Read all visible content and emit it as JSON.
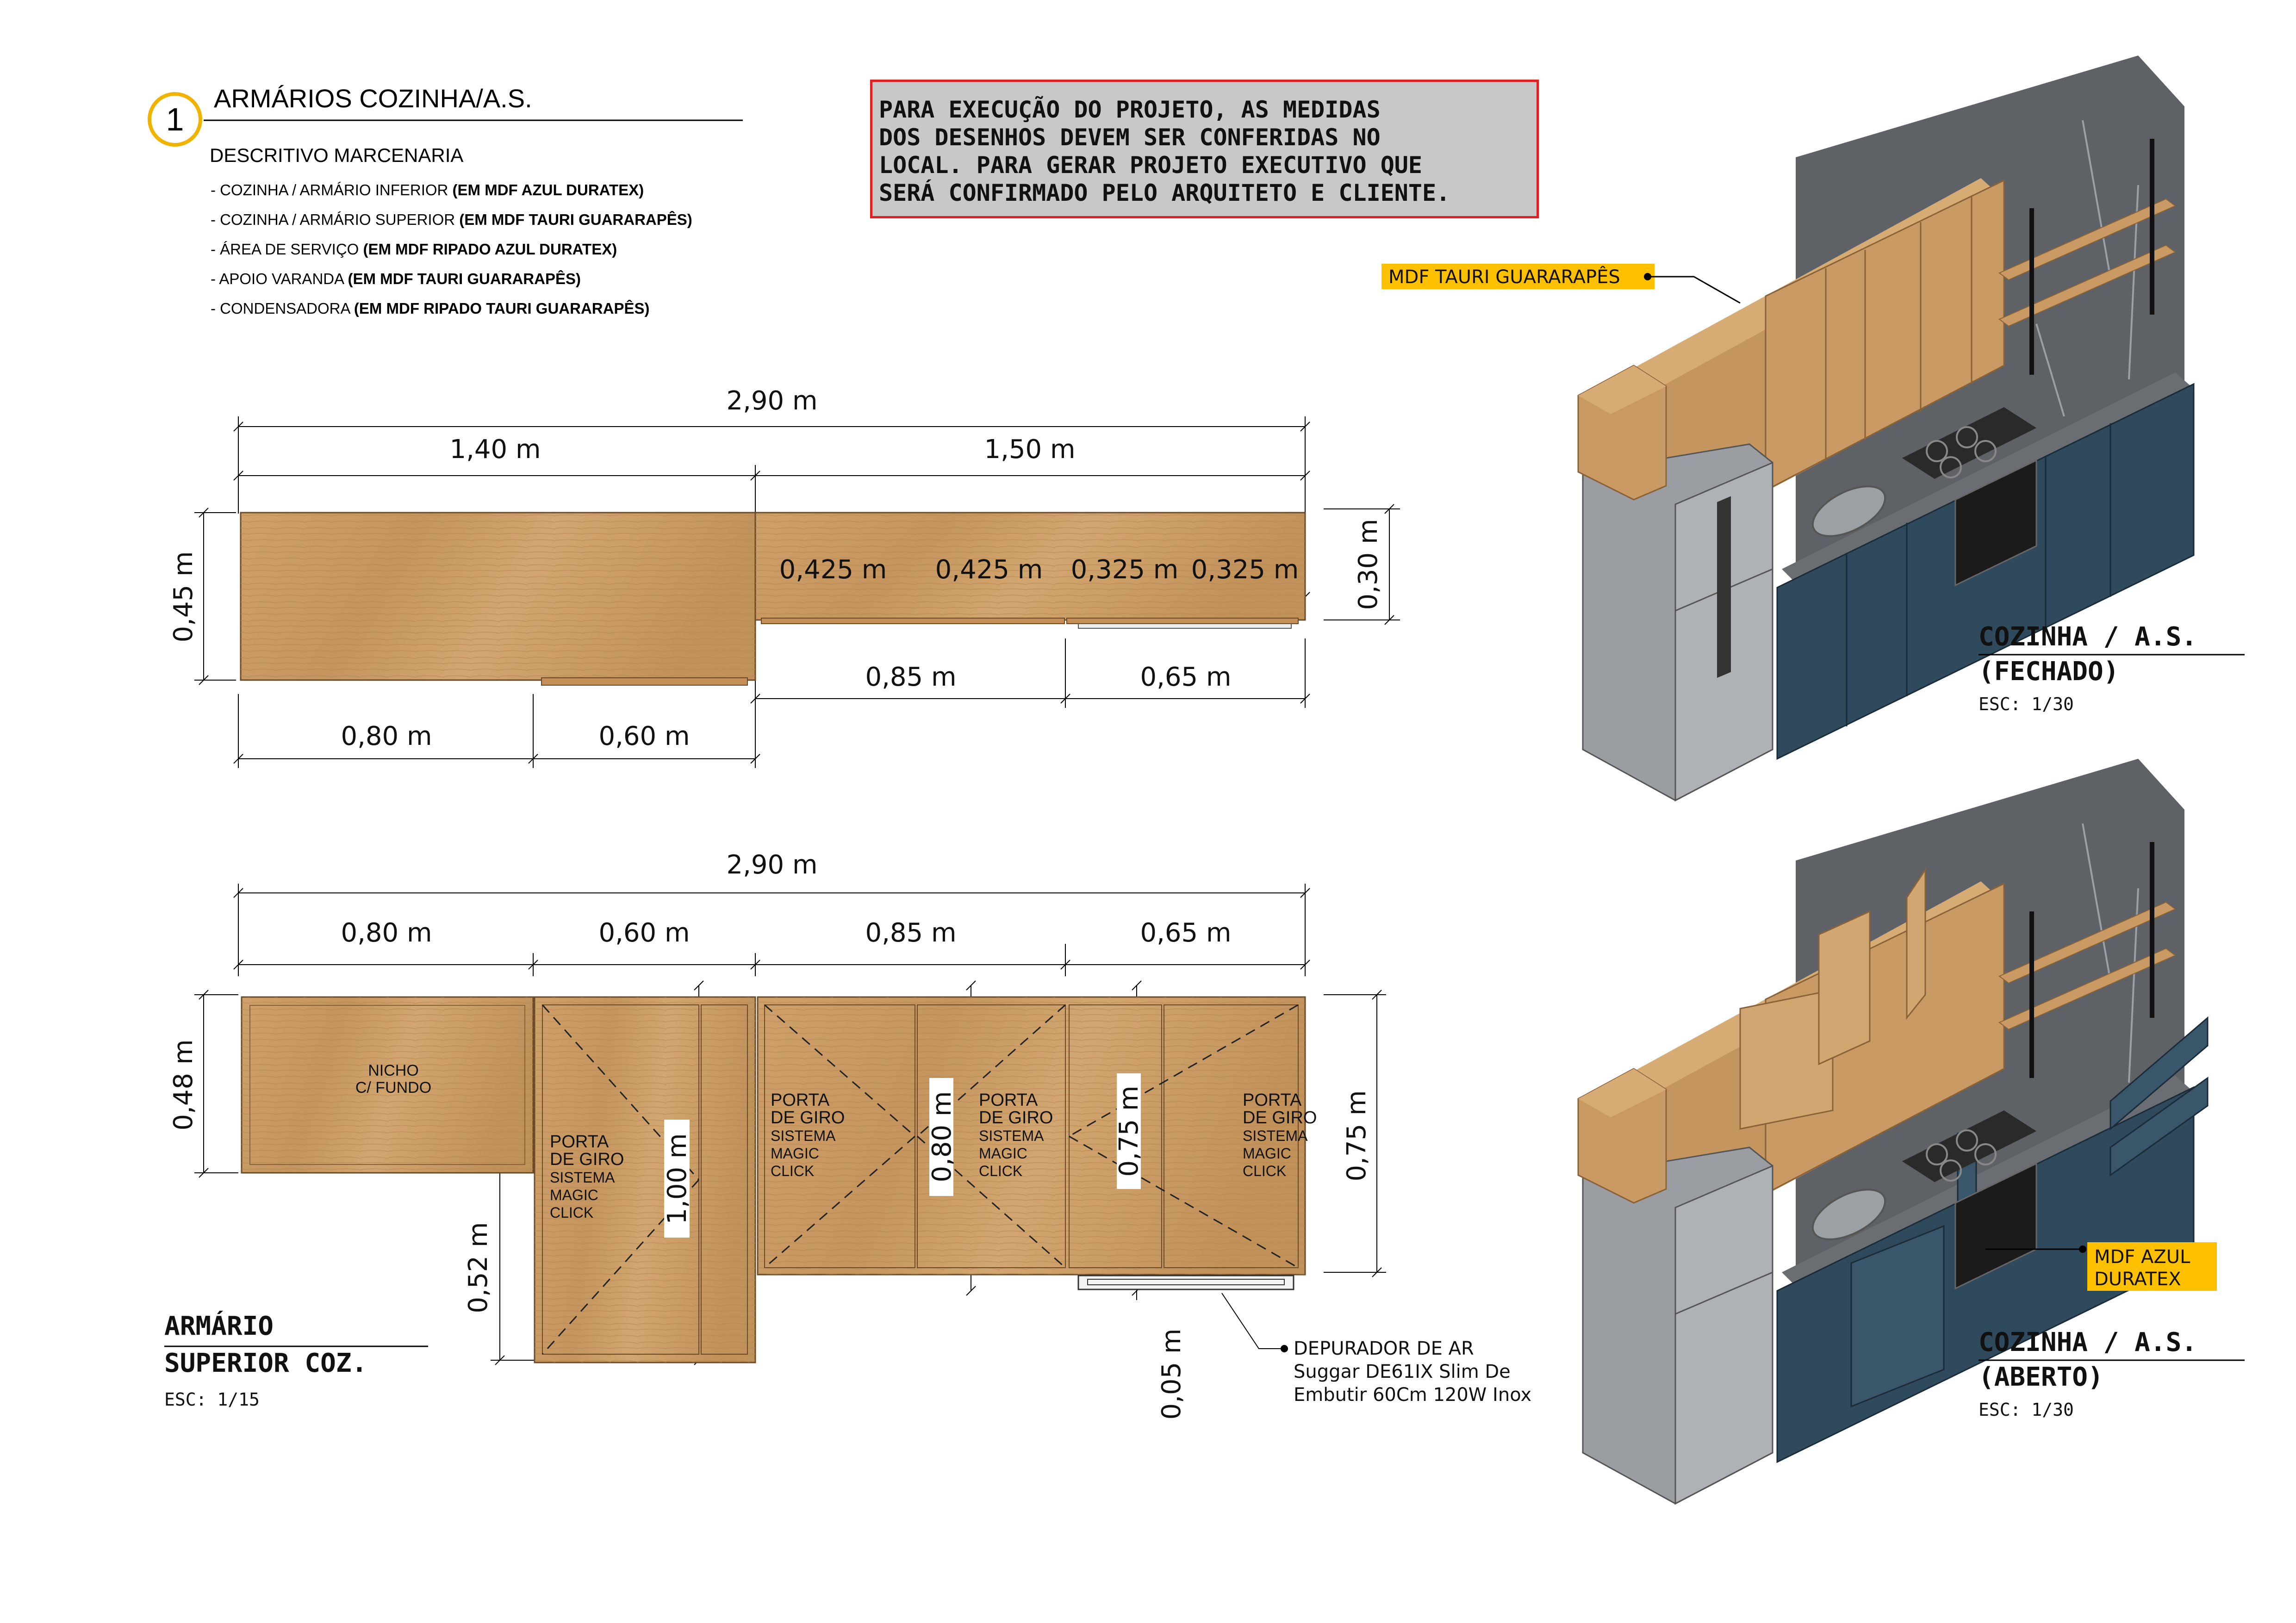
{
  "header": {
    "number": "1",
    "title": "ARMÁRIOS COZINHA/A.S.",
    "subtitle": "DESCRITIVO MARCENARIA",
    "items": [
      {
        "text": "- COZINHA / ARMÁRIO INFERIOR ",
        "bold": "(EM MDF AZUL DURATEX)"
      },
      {
        "text": "- COZINHA / ARMÁRIO SUPERIOR ",
        "bold": "(EM MDF TAURI GUARARAPÊS)"
      },
      {
        "text": "- ÁREA DE SERVIÇO ",
        "bold": "(EM MDF RIPADO AZUL DURATEX)"
      },
      {
        "text": "- APOIO VARANDA ",
        "bold": "(EM MDF TAURI GUARARAPÊS)"
      },
      {
        "text": "- CONDENSADORA ",
        "bold": "(EM MDF RIPADO TAURI GUARARAPÊS)"
      }
    ]
  },
  "warning": {
    "lines": [
      "PARA EXECUÇÃO DO PROJETO, AS MEDIDAS",
      "DOS DESENHOS DEVEM SER CONFERIDAS NO",
      "LOCAL. PARA GERAR PROJETO EXECUTIVO QUE",
      "SERÁ CONFIRMADO PELO ARQUITETO E CLIENTE."
    ]
  },
  "plan": {
    "total": "2,90 m",
    "left_width": "1,40 m",
    "right_width": "1,50 m",
    "depth_left": "0,45 m",
    "depth_right": "0,30 m",
    "inner": [
      "0,425 m",
      "0,425 m",
      "0,325 m",
      "0,325 m"
    ],
    "bottom_right": [
      "0,85 m",
      "0,65 m"
    ],
    "bottom_left": [
      "0,80 m",
      "0,60 m"
    ]
  },
  "elevation": {
    "total": "2,90 m",
    "widths": [
      "0,80 m",
      "0,60 m",
      "0,85 m",
      "0,65 m"
    ],
    "h_nicho": "0,48 m",
    "h_lower": "0,52 m",
    "h_tall": "1,00 m",
    "h_mid": "0,80 m",
    "h_right": "0,75 m",
    "h_overall": "0,75 m",
    "h_gap": "0,05 m",
    "nicho_label": [
      "NICHO",
      "C/ FUNDO"
    ],
    "door_label_big": [
      "PORTA",
      "DE GIRO"
    ],
    "door_label_small": [
      "SISTEMA",
      "MAGIC",
      "CLICK"
    ],
    "depurador": [
      "DEPURADOR DE AR",
      "Suggar DE61IX Slim De",
      "Embutir 60Cm 120W Inox"
    ],
    "title_lines": [
      "ARMÁRIO",
      "SUPERIOR COZ."
    ],
    "scale": "ESC: 1/15"
  },
  "views": {
    "closed_title": [
      "COZINHA / A.S.",
      "(FECHADO)"
    ],
    "closed_scale": "ESC: 1/30",
    "closed_tag": "MDF TAURI GUARARAPÊS",
    "open_title": [
      "COZINHA / A.S.",
      "(ABERTO)"
    ],
    "open_scale": "ESC: 1/30",
    "open_tag": [
      "MDF AZUL",
      "DURATEX"
    ]
  },
  "colors": {
    "wood": "#c99a63",
    "wood_dark": "#a87a48",
    "blue": "#2f4a5c",
    "stone": "#6e6e6e",
    "steel": "#9a9ea2",
    "tag": "#ffc000",
    "warn_border": "#e02020",
    "warn_bg": "#c8c8c8",
    "circle": "#f0b400"
  }
}
